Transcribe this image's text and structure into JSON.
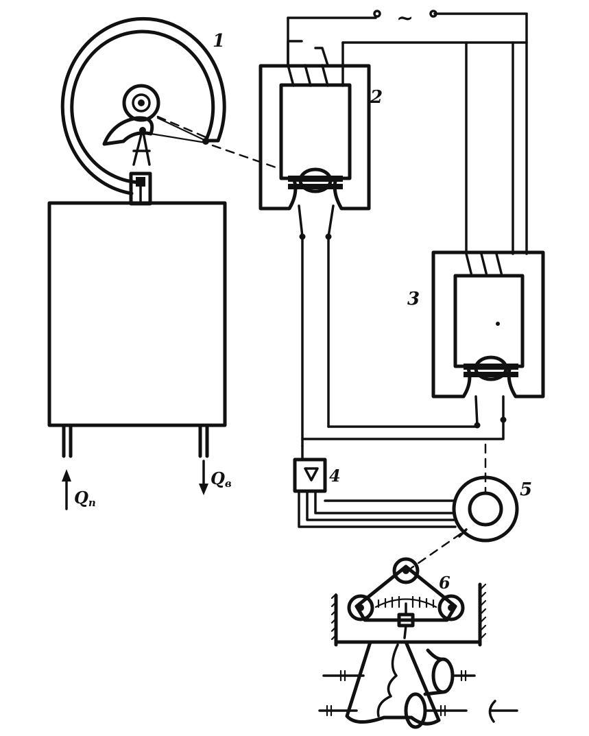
{
  "labels": {
    "manometer": "1",
    "transformer_transmitter": "2",
    "transformer_receiver": "3",
    "amplifier": "4",
    "motor": "5",
    "recorder": "6",
    "supply_symbol": "~",
    "flow_in": "Q",
    "flow_in_sub": "п",
    "flow_out": "Q",
    "flow_out_sub": "в"
  },
  "colors": {
    "ink": "#111111",
    "paper": "#ffffff"
  }
}
